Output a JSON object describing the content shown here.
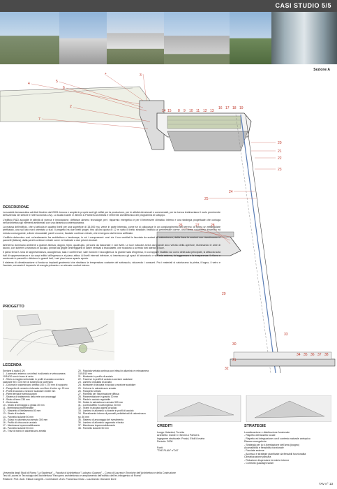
{
  "header": {
    "title": "CASI STUDIO  5/5"
  },
  "photos": [
    "building-photo-1",
    "building-photo-2",
    "building-photo-3",
    "building-photo-4",
    "building-photo-5",
    "building-photo-6"
  ],
  "section_label": "Sezione A",
  "callouts_top": [
    "14",
    "15",
    "8",
    "9",
    "10",
    "11",
    "12",
    "13",
    "16",
    "17",
    "18",
    "19"
  ],
  "callouts_left": [
    "1",
    "2",
    "3",
    "4",
    "5",
    "6",
    "7"
  ],
  "callouts_right": [
    "20",
    "21",
    "22",
    "23",
    "24",
    "25",
    "26",
    "27",
    "28",
    "29",
    "30",
    "31",
    "32",
    "33",
    "34",
    "35",
    "36",
    "37",
    "38"
  ],
  "descrizione": {
    "heading": "DESCRIZIONE",
    "p1": "La società farmaceutica ad Abdi Ibrahim dal 2003 rinnova e amplia le proprie sedi gli edifici per la produzione, per le attività direzionali e commerciali, per la ricerca testimoniano il ruolo preminente dell'azienda nel settore e nell'economia Levy. Lo studio Dante O. Benini & Partners Architects è referente architettonico del programma di sviluppo.",
    "p2": "L'edificio R&D accoglie le attività di ricerca e innovazione, definisce almeno tecnologie per i risparmio energetico e per il benessere climatico interno e una strategia progettuale che coniuga nell'architettura gli elementi ambientali con una dinamica contemporanea.",
    "p3": "La massa dell'edificio, che si articola in quattro livelli per una superficie di 15.000 mq, viene in parte interrata, come se si collocasse in un congiungimento del terreno: di forma un rettangolare prefissato, una sul lato nord orientato a sud. Il progetto ha due livelli ipogei, fino all'uno quota di 12 m sotto il livello stradale; l'edificio al perimetrale dorme, una bassa volumetria dinamica ed entrata conseguente, a linee sinusoidali, pareti a curve, facciate continue vetrate, che emergono dal terreno artificiale.",
    "p4": "L'edificio determina così un'andamento fra architettura e landscape, in cui i compressori: così via i loro ventilati in facciata da sudest di calcestruzzo, dalla linea le sezioni con rivestimento in pannelli (fattura), dalla pareti continue vetrate curve ed inclinate a due prismi circolari.",
    "p5": "All'interno dominano ambienti a grande altezza, doppio, triplo, quadruplo, percorsi da balconate e vari livelli. Le luce naturale arriva dal grande arco vetrato della aperture, illuminando le aree di lavoro, con schermi a struttura in acciaio, pinnati da griglie ombreggianti in lastre verticali a braccialetti, che ricadono a corredo forti laterali di luce.",
    "p6": "Il piano terra è zona di rappresentanza, accoglienza, sala e conferenze, sale riunioni e l'accoglienza: la grande sala d'ingresso, in cui appare risaltato sul curvo della sala principale, si affaccia sulla hall di rappresentanza e da corpi edifici all'ingresso e al piano attiva. Ai livelli interrati inferiore, si inseriscono gli spazi di laboratorio e sull'aria esterna, la leggerezza e la trasparenza: il rilievo e sostenute in pannelli e dividono in grandi hall, i vari piani come spazio aperto.",
    "p7": "Il sistema di climatizzazione si fonda su impianti geotermici che sfruttano la temperatura costante del sottosuolo, riducendo i consumi. Fra i materiali si valorizzano la pietra, il legno, il vetro e l'acciaio, cercando il risparmio di energia primaria e un elevato comfort interno."
  },
  "progetto": {
    "heading": "PROGETTO"
  },
  "legenda": {
    "heading": "LEGENDA",
    "items": [
      "Sezione A  scala 1:20",
      "1 - Lucernario esterno con infissi in alluminio e vetrocamera 10/16/10 mm in base al vetro",
      "2 - Teleio a maglia romboidale in profili di acciaio a sezione scatolare 50 x 100 mm di sostegno al lucernario",
      "3 - Colonna in calcestruzzo armato 100 x 270 mm di supporto",
      "4 - Parapetto di cemento rinforzato con fibre di vetro sp. 20 mm",
      "5 - Profili di acciaio a sezione scatolare 40x80 mm",
      "6 - Pareti terrazze semioscuranti",
      "7 - Sistema di trattamento della rete con ancoraggi",
      "8 - Strato di terra 235 mm",
      "9 - Geotessuto",
      "10 - Strato di drenaggio a ghiaia 30 mm",
      "11 - Membrana impermeabile",
      "12 - Massetto di livellamento 80 mm",
      "13 - Strato di isolante",
      "14 - Pannello isolante 50 mm",
      "15 - Solaio in calcestruzzo armato 300 mm",
      "16 - Profilo di chiusura in acciaio",
      "17 - Membrana impermeabilizzante",
      "18 - Pannello isolante 50 mm",
      "19 - Travi di bordo in calcestruzzo armato",
      "20 - Facciata vetrata continua con infissi in alluminio e vetrocamera 10/16/10 mm",
      "21 - Montante in profilo di acciaio",
      "22 - Traverse in profili di acciaio a sezione scatolare",
      "23 - Lamiera ondulata di acciaio",
      "24 - Montante di facciata in acciaio a sezione scatolare",
      "25 - Colonne in calcestruzzo armato",
      "26 - Parapetto vetrato",
      "27 - Pannello per l'illuminazione diffusa",
      "28 - Pavimentazione in granito 30 mm",
      "29 - Piede in acciaio regolabile",
      "30 - Solaio in calcestruzzo armato 300 mm",
      "31 - Controsoffitto in cartongesso 20 mm",
      "32 - Tiranti in acciaio appesi al solaio",
      "33 - Lamiera in alluminio su tirante in profili di acciaio",
      "34 - Rivestimento interno di pannelli prefabbricati di calcestruzzo sp. 50 mm",
      "35 - Sistema di ancoraggio del rivestimento",
      "36 - Lamiera di alluminio sagomata e forata",
      "37 - Membrana impermeabilizzante",
      "38 - Pannello isolante 50 mm"
    ]
  },
  "crediti": {
    "heading": "CREDITI",
    "lines": [
      "Luogo: Ilstanbul, Turchia",
      "Architetto: Dante O. Benini & Partners",
      "Ingegnere strutturale: Prosid, Efoil M.mahn",
      "Periodo: 2008",
      "",
      "Fonti:",
      "\"THE PLAN\" n°047"
    ]
  },
  "strategie": {
    "heading": "STRATEGIE",
    "lines": [
      "Localizzazione e distribuzione funzionale",
      "- Rispetto dell'assetto locale",
      "- Rispetto ed integrazione con il contesto naturale antropico",
      "Risorse energetiche",
      "- Strategia per la ri-forestazione dell'area (ipogeo)",
      "Accessibilità e flessibilità funzionale",
      "- Facciate esterne",
      "- Accesso e strategie pianificate da flessibili funzionalità",
      "Climatizzazione passiva",
      "- Riduzione dispersione termiche interne",
      "- Controllo guadagni solari"
    ]
  },
  "footer": {
    "lines": [
      "Università degli Studi di Roma \"La Sapienza\" – Facoltà di Architettura \"Ludovico Quaroni\" – Corso di Laurea in Tecniche dell'Architettura e della Costruzione",
      "Tesi di Laurea in Tecnologia dell'Architettura \"Recupero architettonico e ampliamento dell'edificio dell'ex-tribogenico di Roma\"",
      "Relatore: Prof. Arch. Eliana Cangelli – Correlatore: Arch. Francesca Giosi – Laureando: Giovanni Dore"
    ],
    "tav": "TAV n° 13"
  }
}
